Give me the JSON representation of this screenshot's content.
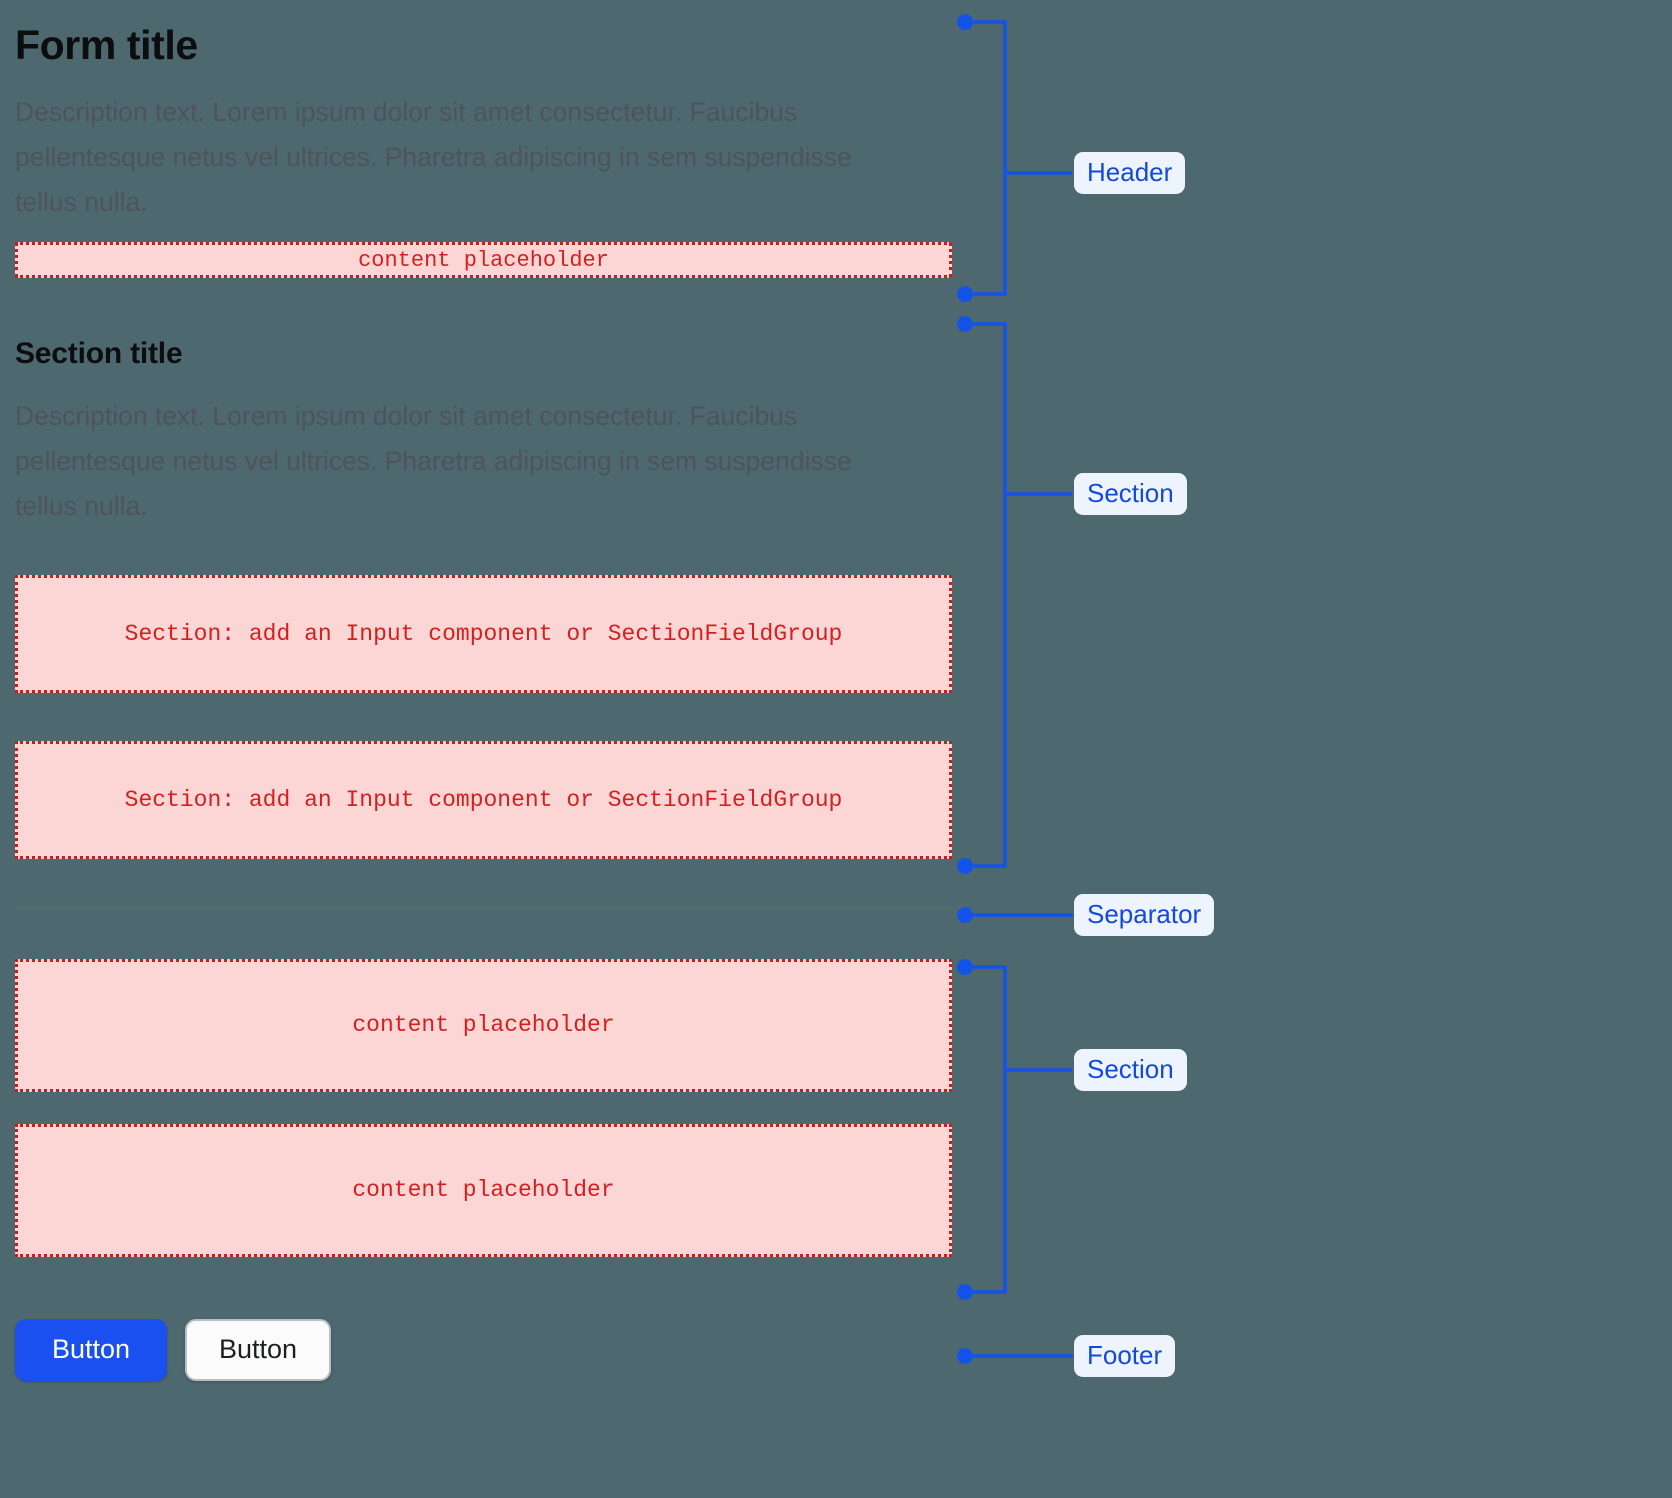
{
  "background_color": "#4e6870",
  "accent_color": "#1449e0",
  "placeholder_color": "#d42020",
  "form": {
    "header": {
      "title": "Form title",
      "description": "Description text. Lorem ipsum dolor sit amet consectetur. Faucibus pellentesque netus vel ultrices. Pharetra adipiscing in sem suspendisse tellus nulla.",
      "placeholder": "content placeholder"
    },
    "section_one": {
      "title": "Section title",
      "description": "Description text. Lorem ipsum dolor sit amet consectetur. Faucibus pellentesque netus vel ultrices. Pharetra adipiscing in sem suspendisse tellus nulla.",
      "field_placeholder_1": "Section: add an Input component or SectionFieldGroup",
      "field_placeholder_2": "Section: add an Input component or SectionFieldGroup"
    },
    "section_two": {
      "placeholder_1": "content placeholder",
      "placeholder_2": "content placeholder"
    },
    "footer": {
      "primary_button": "Button",
      "secondary_button": "Button"
    }
  },
  "annotations": {
    "header_label": "Header",
    "section_one_label": "Section",
    "separator_label": "Separator",
    "section_two_label": "Section",
    "footer_label": "Footer"
  }
}
